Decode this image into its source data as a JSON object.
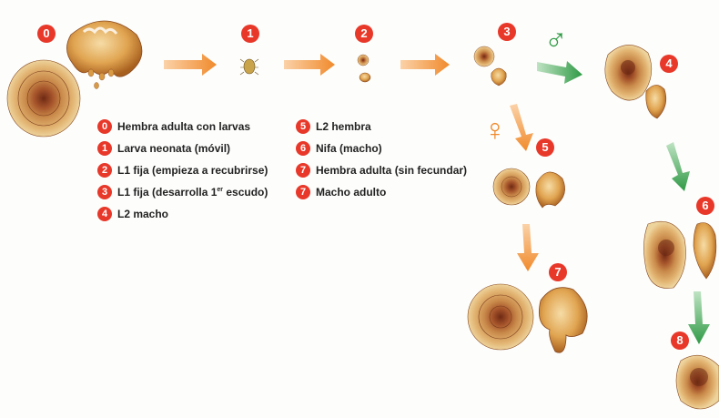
{
  "badges": [
    "0",
    "1",
    "2",
    "3",
    "4",
    "5",
    "6",
    "7",
    "8"
  ],
  "symbols": {
    "male": "♂",
    "female": "♀"
  },
  "legend_left": [
    {
      "num": "0",
      "text": "Hembra adulta con larvas"
    },
    {
      "num": "1",
      "text": "Larva neonata (móvil)"
    },
    {
      "num": "2",
      "text": "L1 fija (empieza a recubrirse)"
    },
    {
      "num": "3",
      "text_before": "L1 fija (desarrolla 1",
      "sup": "er",
      "text_after": " escudo)"
    },
    {
      "num": "4",
      "text": "L2 macho"
    }
  ],
  "legend_right": [
    {
      "num": "5",
      "text": "L2 hembra"
    },
    {
      "num": "6",
      "text": "Nifa (macho)"
    },
    {
      "num": "7",
      "text": "Hembra adulta (sin fecundar)"
    },
    {
      "num": "7",
      "text": "Macho adulto"
    }
  ],
  "colors": {
    "badge": "#e8382a",
    "orange_arrow": "#f08a2c",
    "green_arrow": "#3fa650",
    "male": "#2f9a45",
    "female": "#f08a2c"
  }
}
